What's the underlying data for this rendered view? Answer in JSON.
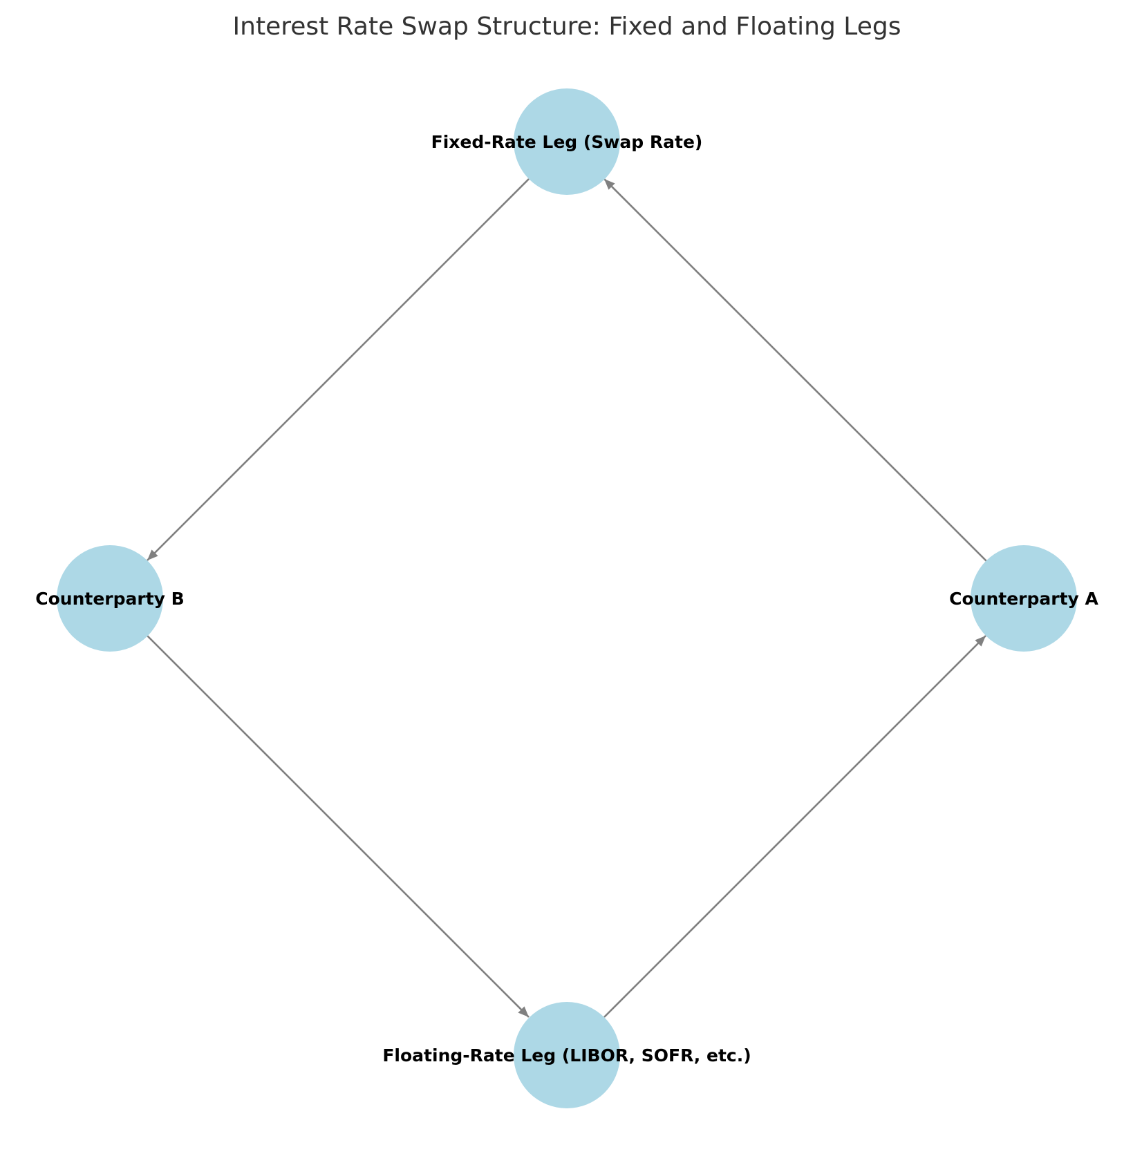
{
  "title": "Interest Rate Swap Structure: Fixed and Floating Legs",
  "style": {
    "node_color": "#add8e6",
    "edge_color": "#808080",
    "label_color": "#000000",
    "title_color": "#333333",
    "background": "#ffffff"
  },
  "nodes": [
    {
      "id": "fixed",
      "label": "Fixed-Rate Leg (Swap Rate)"
    },
    {
      "id": "b",
      "label": "Counterparty B"
    },
    {
      "id": "a",
      "label": "Counterparty A"
    },
    {
      "id": "floating",
      "label": "Floating-Rate Leg (LIBOR, SOFR, etc.)"
    }
  ],
  "edges": [
    {
      "from": "a",
      "to": "fixed"
    },
    {
      "from": "fixed",
      "to": "b"
    },
    {
      "from": "b",
      "to": "floating"
    },
    {
      "from": "floating",
      "to": "a"
    }
  ]
}
